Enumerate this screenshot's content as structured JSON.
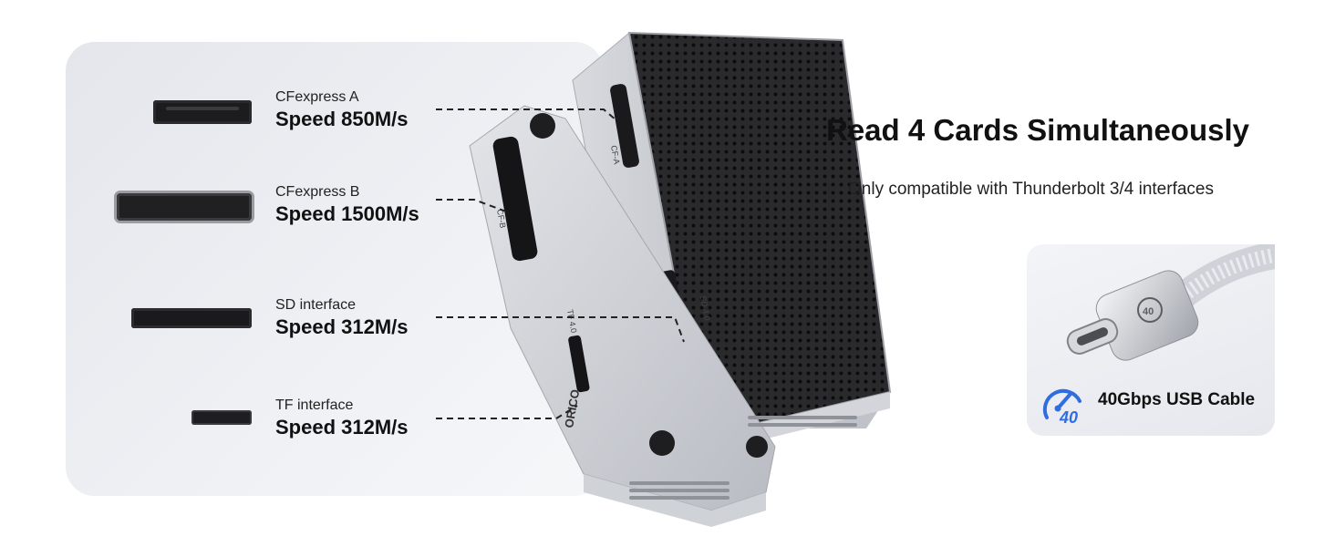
{
  "slots": [
    {
      "name": "CFexpress A",
      "speed": "Speed 850M/s"
    },
    {
      "name": "CFexpress B",
      "speed": "Speed 1500M/s"
    },
    {
      "name": "SD interface",
      "speed": "Speed 312M/s"
    },
    {
      "name": "TF interface",
      "speed": "Speed 312M/s"
    }
  ],
  "device": {
    "brand": "ORICO",
    "slot_markings": [
      "CF-A",
      "CF-B",
      "SD 4.0",
      "TF 4.0"
    ]
  },
  "heading": "Read 4 Cards Simultaneously",
  "subtitle": "Only compatible with Thunderbolt 3/4 interfaces",
  "cable": {
    "label": "40Gbps USB Cable",
    "badge": "40",
    "icon": "speedometer-40-icon"
  },
  "colors": {
    "text": "#111111",
    "accent": "#2f6de0",
    "aluminum": "#c9ccd2",
    "mesh": "#1c1c1e"
  }
}
